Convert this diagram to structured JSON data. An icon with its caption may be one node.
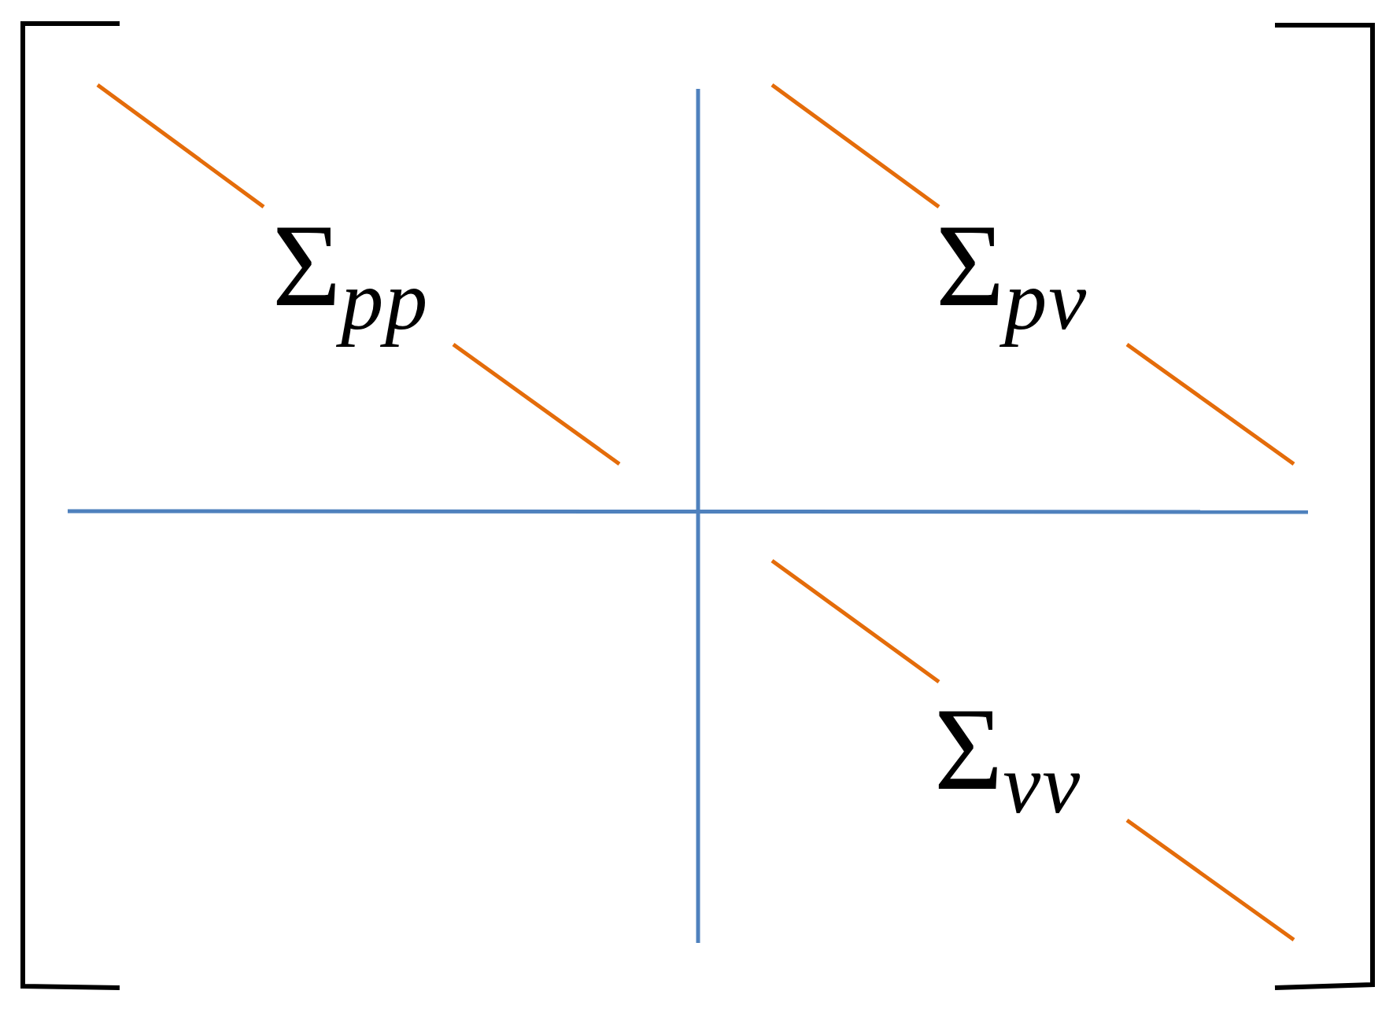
{
  "diagram": {
    "labels": [
      "Σ$_{pp}$",
      "Σ$_{pv}$",
      "Σ$_{vv}$"
    ]
  }
}
